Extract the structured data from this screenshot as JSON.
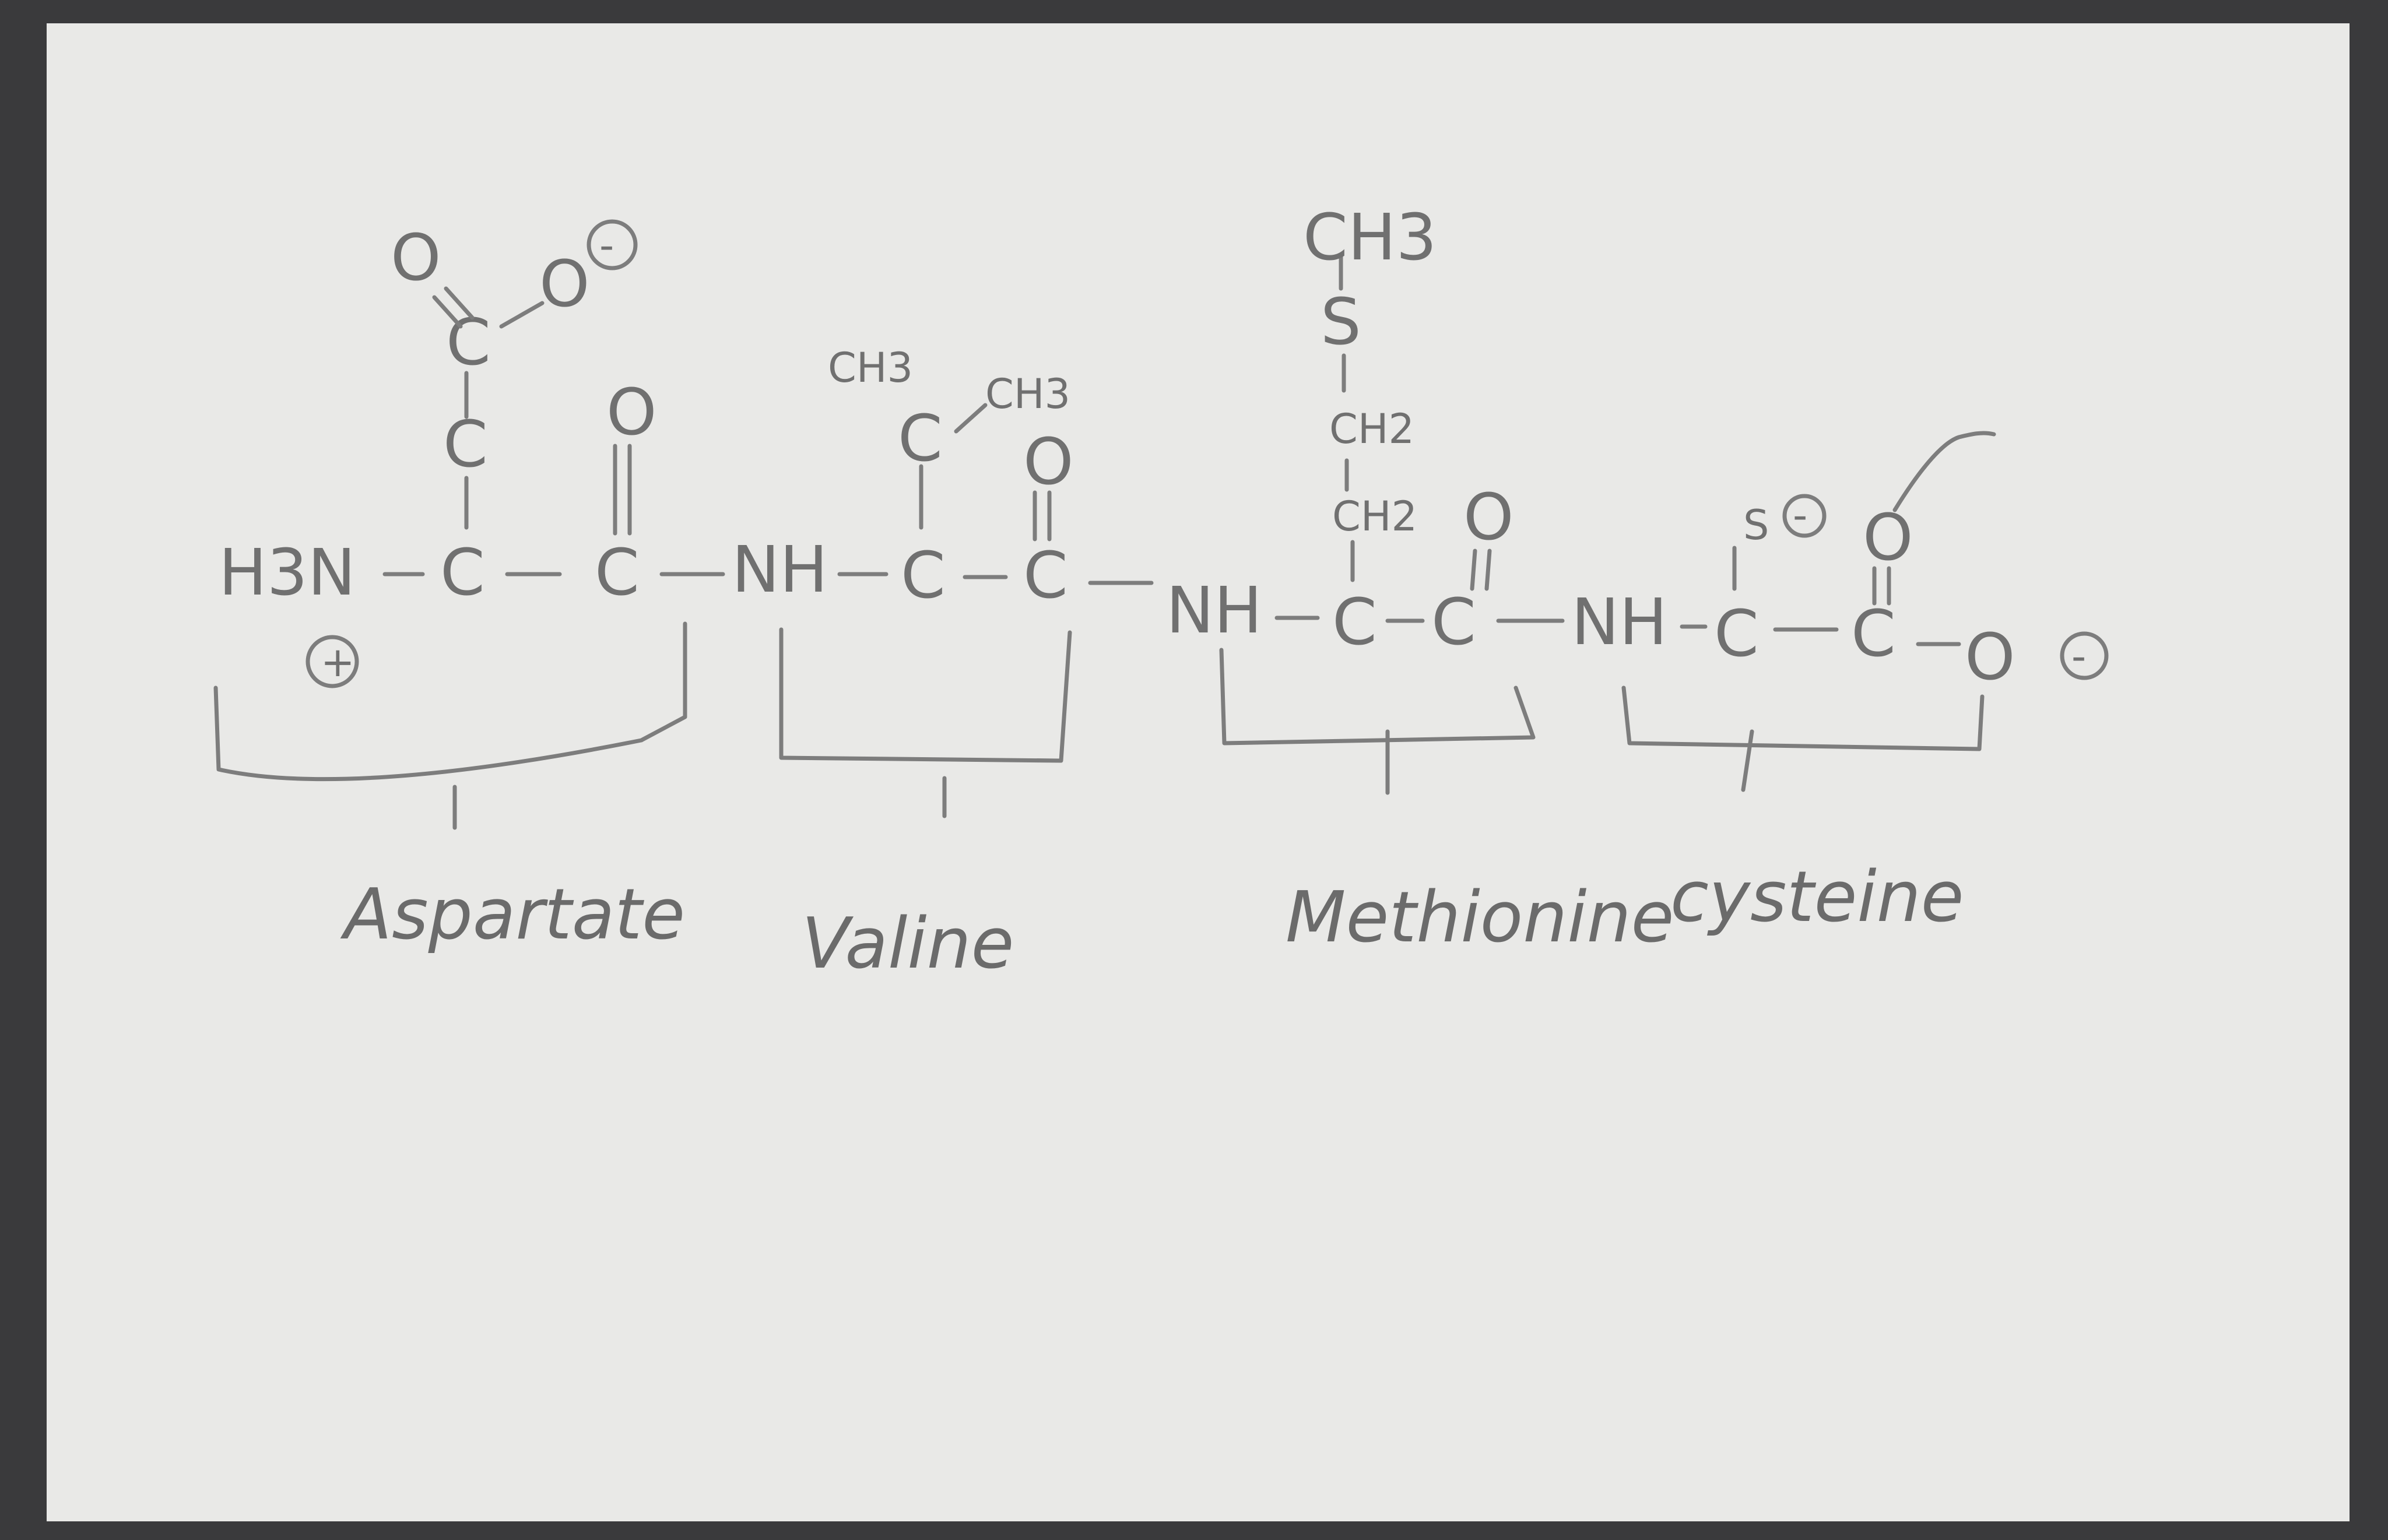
{
  "diagram": {
    "structure": {
      "n_terminus": "H3N",
      "n_charge": "+",
      "asp_side_o_double": "O",
      "asp_side_o_single": "O",
      "asp_side_charge": "-",
      "carbonyl_o": "O",
      "nh": "NH",
      "val_ch3_left": "CH3",
      "val_ch3_right": "CH3",
      "met_ch3": "CH3",
      "met_s": "S",
      "met_ch2_upper": "CH2",
      "met_ch2_lower": "CH2",
      "cys_s": "S",
      "cys_s_charge": "-",
      "c_terminus_o": "O",
      "c_terminus_charge": "-",
      "carbon": "C"
    },
    "residue_labels": [
      "Aspartate",
      "Valine",
      "Methionine",
      "cysteine"
    ]
  },
  "colors": {
    "paper": "#e9e9e7",
    "pencil": "#707070",
    "background": "#3a3a3c"
  }
}
